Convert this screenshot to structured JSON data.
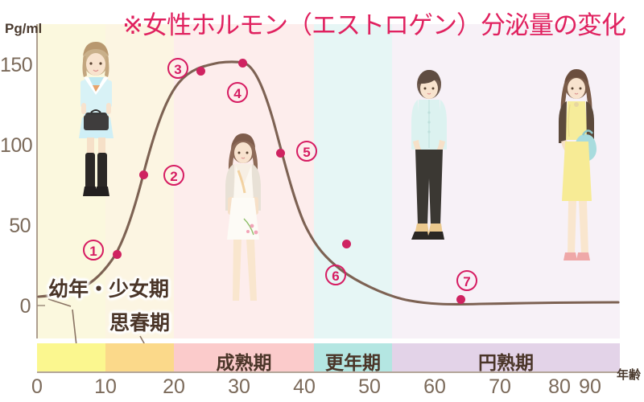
{
  "title": "※女性ホルモン（エストロゲン）分泌量の変化",
  "axis": {
    "y_unit": "Pg/ml",
    "y_ticks": [
      "0",
      "50",
      "100",
      "150"
    ],
    "x_ticks": [
      "0",
      "10",
      "20",
      "30",
      "40",
      "50",
      "60",
      "70",
      "80",
      "90"
    ],
    "x_axis_label": "年齢"
  },
  "overlay_labels": {
    "childhood": "幼年・少女期",
    "puberty": "思春期"
  },
  "stage_strips": [
    {
      "label": "",
      "name": "childhood-strip",
      "color": "#FBF78F"
    },
    {
      "label": "",
      "name": "puberty-strip",
      "color": "#FBD98A"
    },
    {
      "label": "成熟期",
      "name": "maturity-strip",
      "color": "#FBCBCB"
    },
    {
      "label": "更年期",
      "name": "menopause-strip",
      "color": "#B4E6E2"
    },
    {
      "label": "円熟期",
      "name": "ripeness-strip",
      "color": "#E3D3E8"
    }
  ],
  "colors": {
    "title": "#e0215f",
    "marker": "#cf2361",
    "curve": "#7d6253",
    "axis_text": "#7b6a5a"
  },
  "chart_data": {
    "type": "line",
    "title": "※女性ホルモン（エストロゲン）分泌量の変化",
    "xlabel": "年齢",
    "ylabel": "Pg/ml",
    "xlim": [
      0,
      95
    ],
    "ylim": [
      0,
      165
    ],
    "grid": false,
    "legend": "none",
    "x": [
      0,
      5,
      8,
      10,
      11.6,
      13,
      15.5,
      18,
      20,
      24,
      30,
      31,
      34,
      36,
      38,
      40,
      43,
      45,
      48,
      52,
      56,
      62,
      67,
      75,
      85,
      92
    ],
    "y": [
      5,
      6,
      8,
      18,
      32,
      52,
      82,
      113,
      128,
      146,
      150,
      151,
      143,
      124,
      103,
      95,
      72,
      58,
      46,
      39,
      27,
      12,
      4,
      2,
      1.5,
      1.5
    ],
    "series": [
      {
        "name": "エストロゲン分泌量",
        "values": [
          5,
          6,
          8,
          18,
          32,
          52,
          82,
          113,
          128,
          146,
          150,
          151,
          143,
          124,
          103,
          95,
          72,
          58,
          46,
          39,
          27,
          12,
          4,
          2,
          1.5,
          1.5
        ]
      }
    ],
    "annotations": [
      {
        "id": "1",
        "age": 11.6,
        "value": 32,
        "label_dx": -30,
        "label_dy": -6
      },
      {
        "id": "2",
        "age": 15.5,
        "value": 82,
        "label_dx": 33,
        "label_dy": 4
      },
      {
        "id": "3",
        "age": 23.9,
        "value": 146,
        "label_dx": -33,
        "label_dy": -4
      },
      {
        "id": "4",
        "age": 30.0,
        "value": 151,
        "label_dx": -7,
        "label_dy": 36
      },
      {
        "id": "5",
        "age": 35.5,
        "value": 95,
        "label_dx": 33,
        "label_dy": -4
      },
      {
        "id": "6",
        "age": 45.2,
        "value": 39,
        "label_dx": -14,
        "label_dy": 34
      },
      {
        "id": "7",
        "age": 62.0,
        "value": 4,
        "label_dx": 4,
        "label_dy": -32
      }
    ],
    "stage_ranges": [
      {
        "label": "幼年・少女期",
        "from": 0,
        "to": 10
      },
      {
        "label": "思春期",
        "from": 10,
        "to": 20
      },
      {
        "label": "成熟期",
        "from": 20,
        "to": 44
      },
      {
        "label": "更年期",
        "from": 44,
        "to": 55
      },
      {
        "label": "円熟期",
        "from": 55,
        "to": 95
      }
    ]
  }
}
